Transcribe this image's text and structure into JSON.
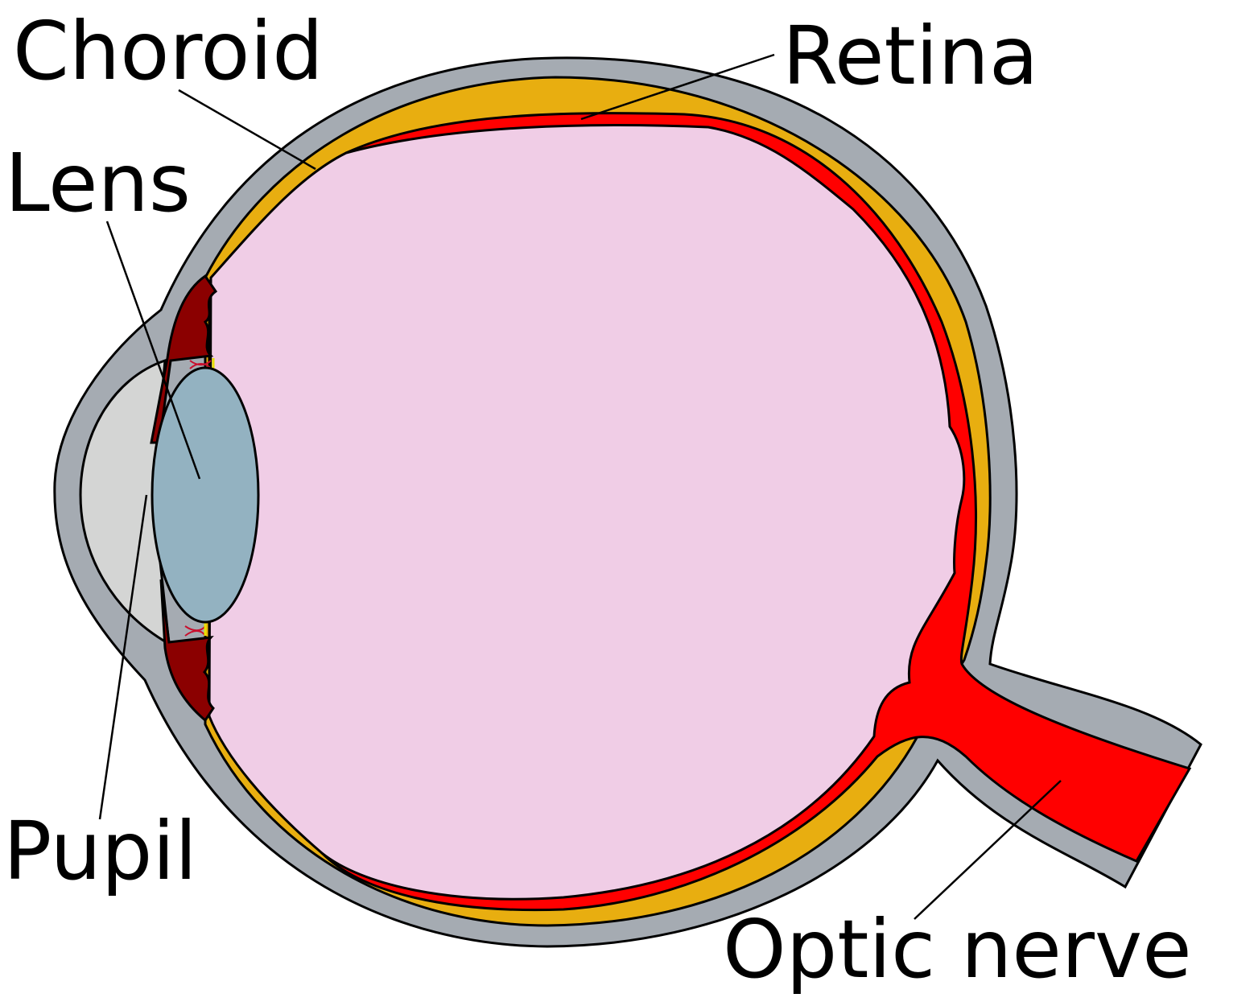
{
  "labels": {
    "choroid": "Choroid",
    "retina": "Retina",
    "lens": "Lens",
    "pupil": "Pupil",
    "optic_nerve": "Optic nerve"
  },
  "colors": {
    "sclera": "#a5abb2",
    "choroid": "#e8ae10",
    "retina": "#ff0000",
    "vitreous": "#f0cde6",
    "cornea": "#d4d5d4",
    "lens": "#93b2c1",
    "iris": "#8b0000",
    "outline": "#000000"
  }
}
